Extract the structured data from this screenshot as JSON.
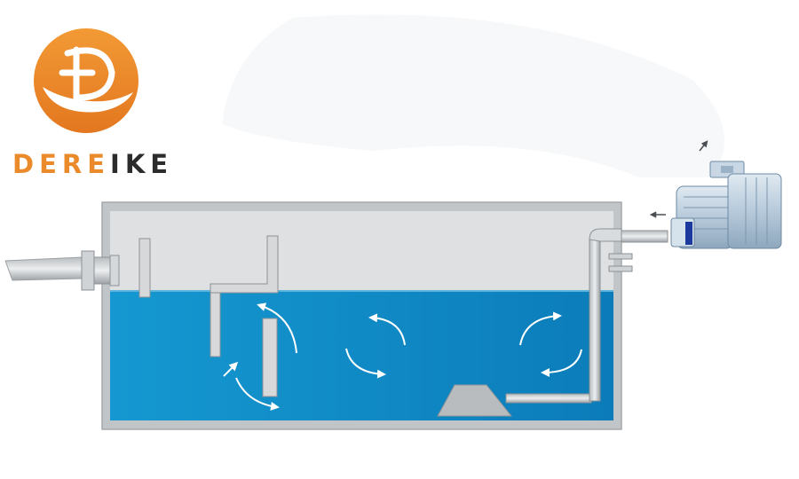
{
  "brand": {
    "name_orange": "DERE",
    "name_dark": "IKE",
    "logo_letter": "D",
    "color_orange": "#ec8b2b",
    "color_dark": "#2c2c2c"
  },
  "diagram": {
    "colors": {
      "water": "#0f86c4",
      "tank_wall": "#c3c7ca",
      "tank_air": "#dedfe0",
      "pipe": "#c9cdd0",
      "pipe_dark": "#8d9296",
      "blower": "#b9cbd9",
      "arrow": "#ffffff",
      "blower_ring": "#1c3a9e"
    },
    "icons": [
      "inlet-pipe-icon",
      "baffle-icon",
      "circulation-arrow-icon",
      "diffuser-icon",
      "air-pipe-icon",
      "blower-icon"
    ]
  }
}
